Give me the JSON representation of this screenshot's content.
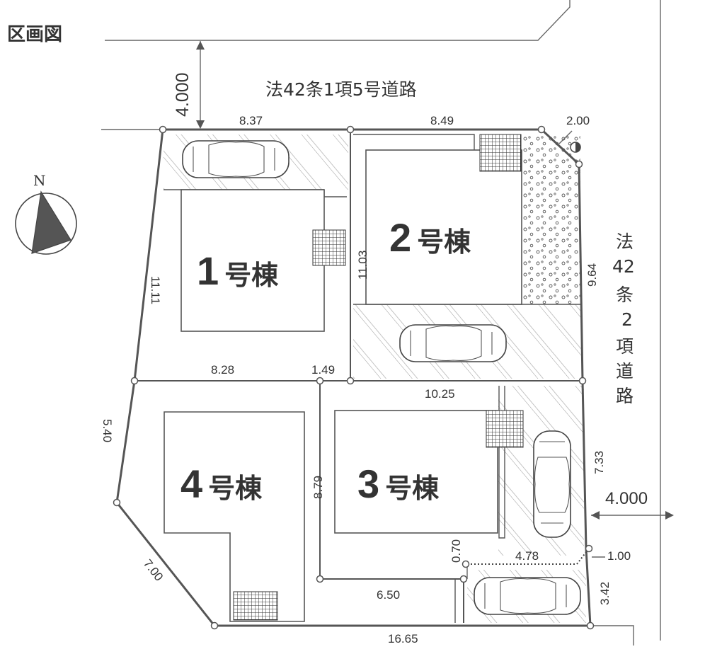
{
  "title": "区画図",
  "north": "N",
  "roads": {
    "top": "法42条1項5号道路",
    "right": [
      "法",
      "42",
      "条",
      "2",
      "項",
      "道",
      "路"
    ],
    "top_width": "4.000",
    "right_width": "4.000"
  },
  "buildings": [
    {
      "num": "1",
      "suffix": "号棟"
    },
    {
      "num": "2",
      "suffix": "号棟"
    },
    {
      "num": "3",
      "suffix": "号棟"
    },
    {
      "num": "4",
      "suffix": "号棟"
    }
  ],
  "dimensions": {
    "top_left": "8.37",
    "top_right": "8.49",
    "corner": "2.00",
    "left_upper": "11.11",
    "mid_vertical": "11.03",
    "right_upper": "9.64",
    "mid_left": "8.28",
    "mid_short": "1.49",
    "mid_right": "10.25",
    "left_lower": "5.40",
    "lot3_left": "8.79",
    "right_lower": "7.33",
    "small_v": "0.70",
    "small_h": "4.78",
    "small_r": "1.00",
    "bottom_inner": "6.50",
    "right_bottom": "3.42",
    "diag": "7.00",
    "bottom": "16.65"
  }
}
